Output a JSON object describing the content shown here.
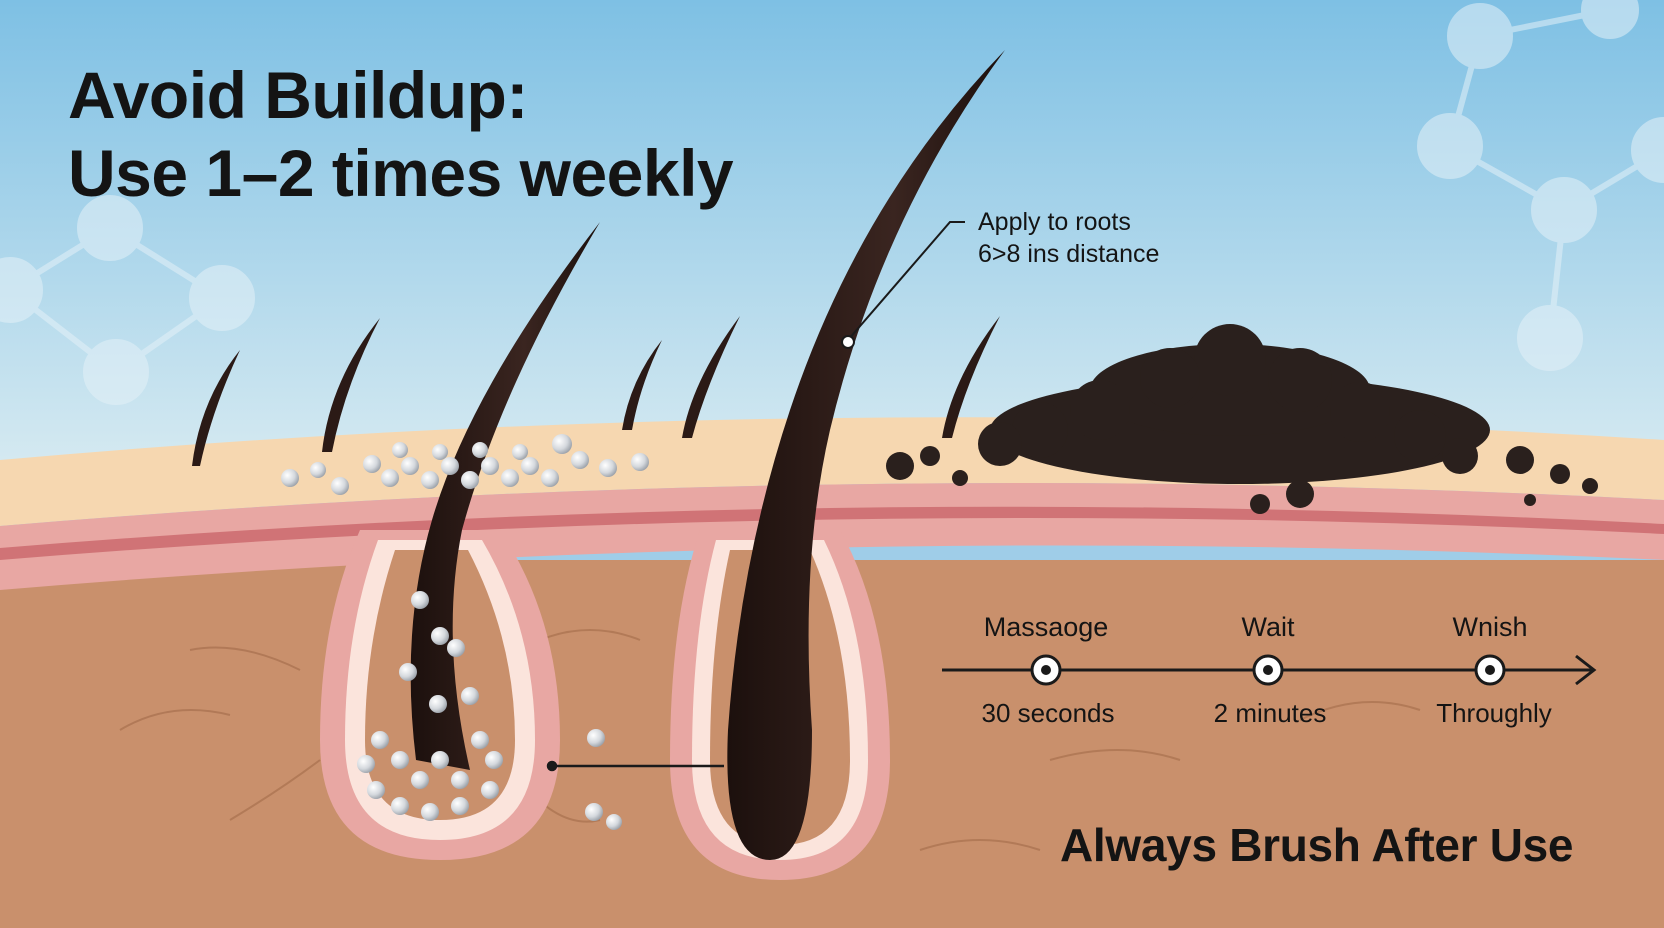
{
  "headline": {
    "line1": "Avoid Buildup:",
    "line2": "Use 1–2 times weekly"
  },
  "callout": {
    "line1": "Apply to roots",
    "line2": "6>8 ins distance"
  },
  "steps": [
    {
      "label": "Massaoge",
      "value": "30 seconds"
    },
    {
      "label": "Wait",
      "value": "2 minutes"
    },
    {
      "label": "Wnish",
      "value": "Throughly"
    }
  ],
  "footer_note": "Always Brush After Use",
  "colors": {
    "sky_top": "#7ec0e4",
    "sky_bottom": "#cfe6f0",
    "skin_surface": "#f6d7b0",
    "dermis": "#c9906c",
    "follicle_wall": "#e8a7a3",
    "hair": "#2b1a16",
    "residue_particles": "#d9dde2",
    "clumped_buildup": "#2a201d"
  },
  "icons": [
    "molecule-decoration-icon",
    "timeline-arrow-icon"
  ]
}
